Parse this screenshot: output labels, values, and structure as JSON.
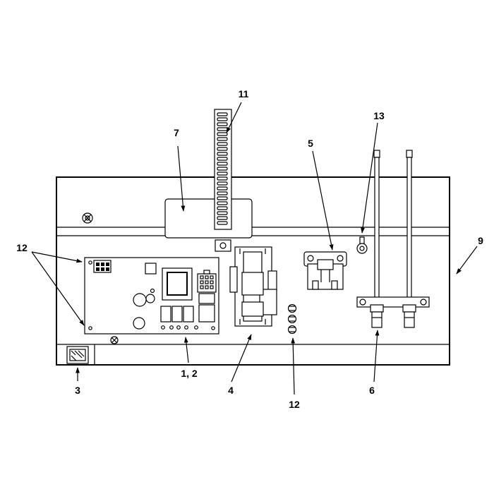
{
  "callouts": {
    "c_1_2": "1, 2",
    "c_3": "3",
    "c_4": "4",
    "c_5": "5",
    "c_6": "6",
    "c_7": "7",
    "c_9": "9",
    "c_11": "11",
    "c_12_left": "12",
    "c_12_bottom": "12",
    "c_13": "13"
  },
  "colors": {
    "line": "#000000",
    "background": "#ffffff"
  }
}
